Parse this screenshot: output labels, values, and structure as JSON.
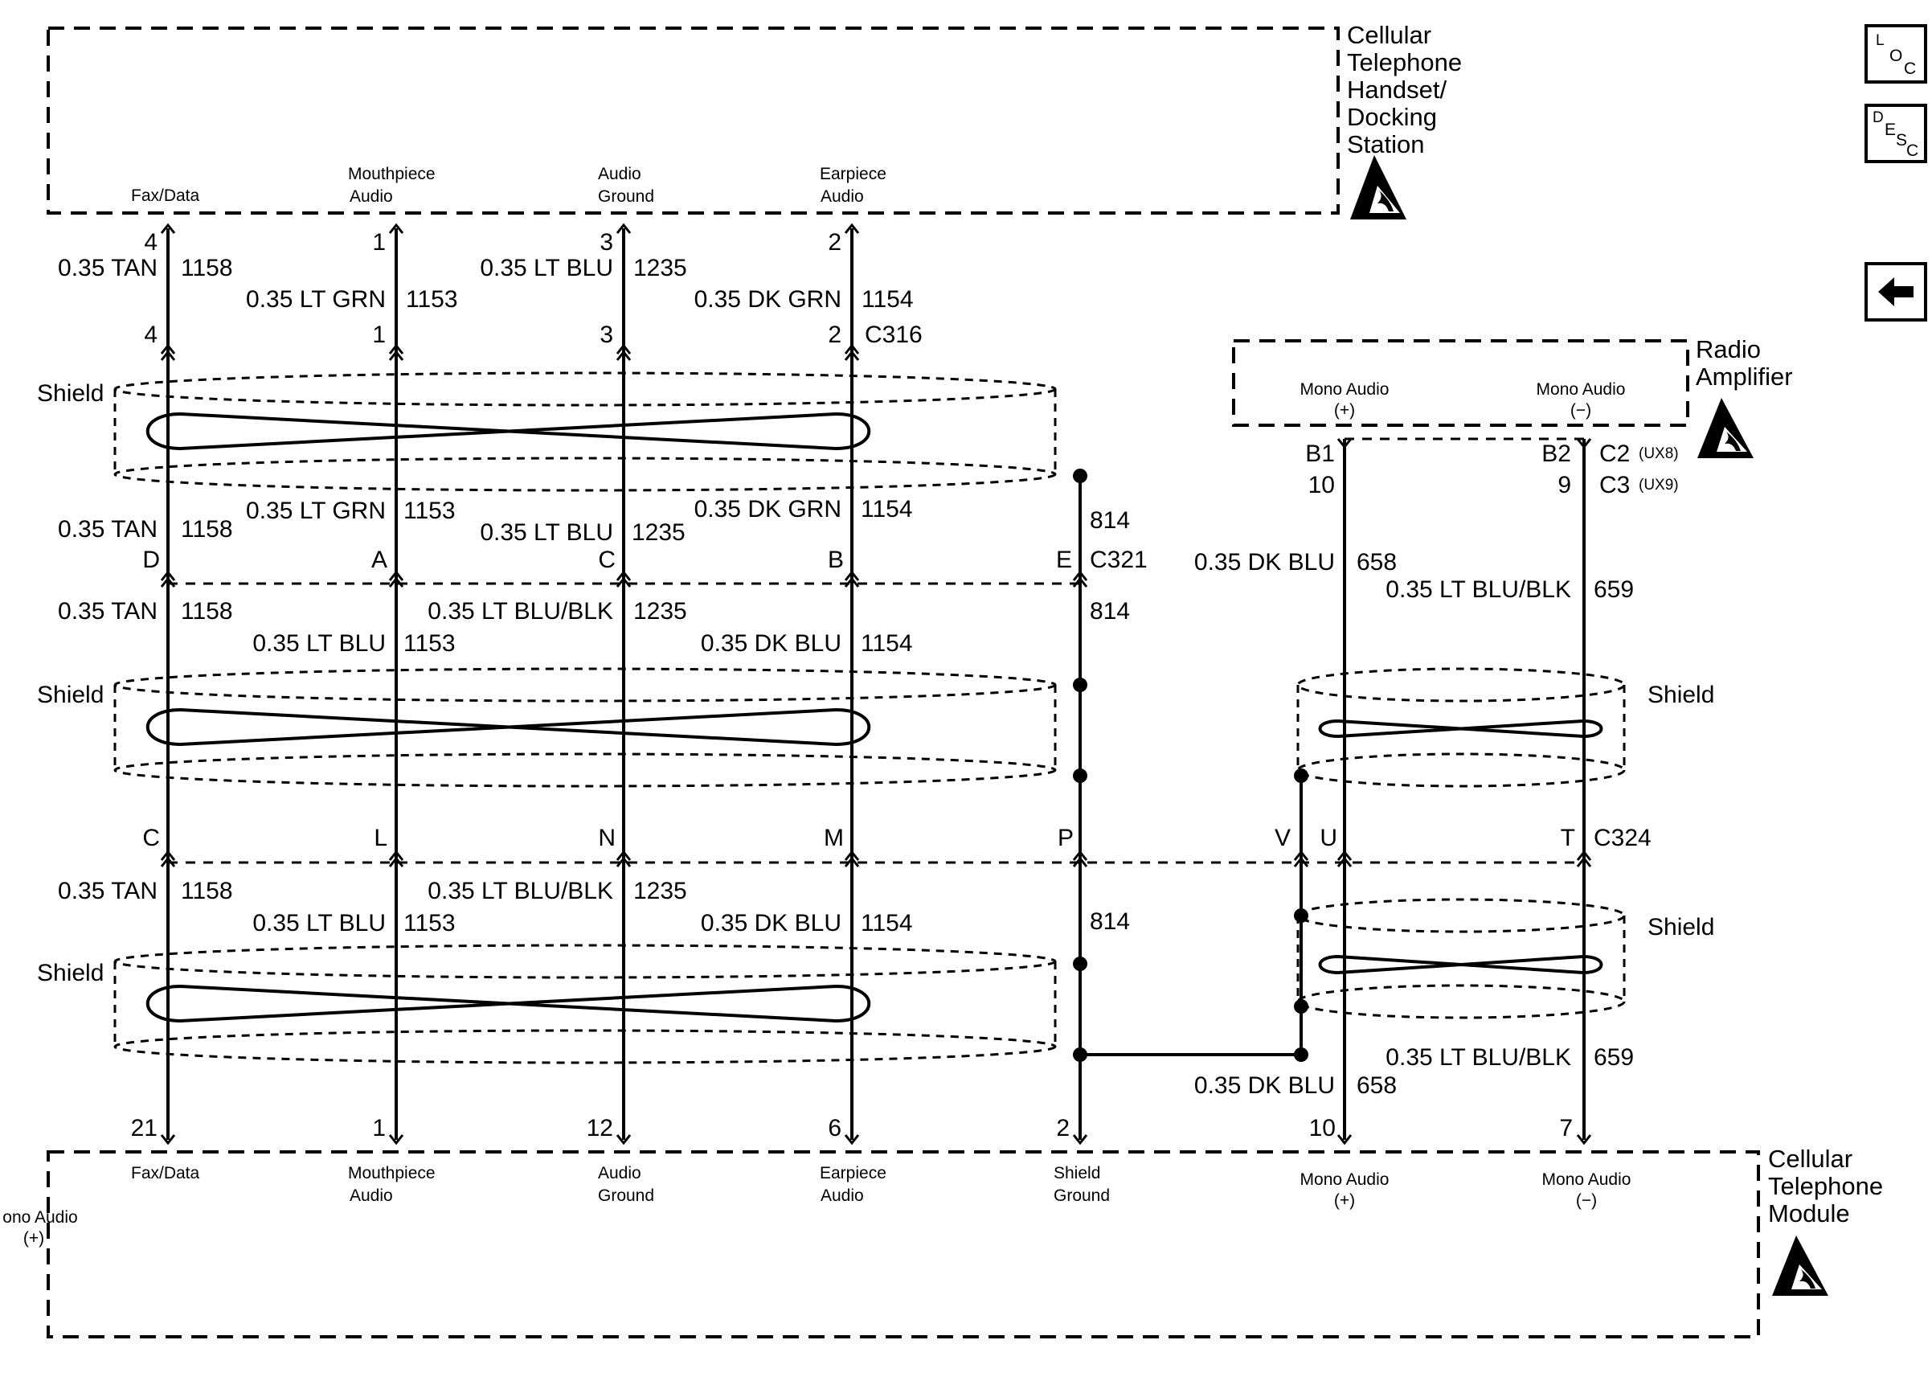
{
  "components": {
    "handset": {
      "name_lines": [
        "Cellular",
        "Telephone",
        "Handset/",
        "Docking",
        "Station"
      ]
    },
    "amplifier": {
      "name_lines": [
        "Radio",
        "Amplifier"
      ]
    },
    "module": {
      "name_lines": [
        "Cellular",
        "Telephone",
        "Module"
      ]
    }
  },
  "handset_pins": [
    {
      "lines": [
        "Fax/Data"
      ]
    },
    {
      "lines": [
        "Mouthpiece",
        "Audio"
      ]
    },
    {
      "lines": [
        "Audio",
        "Ground"
      ]
    },
    {
      "lines": [
        "Earpiece",
        "Audio"
      ]
    }
  ],
  "amp_pins": [
    {
      "lines": [
        "Mono Audio",
        "(+)"
      ]
    },
    {
      "lines": [
        "Mono Audio",
        "(−)"
      ]
    }
  ],
  "module_pins": [
    {
      "lines": [
        "Fax/Data"
      ]
    },
    {
      "lines": [
        "Mouthpiece",
        "Audio"
      ]
    },
    {
      "lines": [
        "Audio",
        "Ground"
      ]
    },
    {
      "lines": [
        "Earpiece",
        "Audio"
      ]
    },
    {
      "lines": [
        "Shield",
        "Ground"
      ]
    },
    {
      "lines": [
        "Mono Audio",
        "(+)"
      ]
    },
    {
      "lines": [
        "Mono Audio",
        "(−)"
      ]
    }
  ],
  "module_left_label": [
    "ono Audio",
    "(+)"
  ],
  "connectors": {
    "c316": "C316",
    "c321": "C321",
    "c324": "C324",
    "c2": "C2",
    "c2_opt": "(UX8)",
    "c3": "C3",
    "c3_opt": "(UX9)"
  },
  "shield_label": "Shield",
  "seg1": {
    "top_pins": [
      "4",
      "1",
      "3",
      "2"
    ],
    "bottom_pins": [
      "4",
      "1",
      "3",
      "2"
    ],
    "wires": [
      {
        "gauge": "0.35 TAN",
        "circuit": "1158"
      },
      {
        "gauge": "0.35 LT GRN",
        "circuit": "1153"
      },
      {
        "gauge": "0.35 LT BLU",
        "circuit": "1235"
      },
      {
        "gauge": "0.35 DK GRN",
        "circuit": "1154"
      }
    ]
  },
  "seg2": {
    "wires": [
      {
        "gauge": "0.35 TAN",
        "circuit": "1158"
      },
      {
        "gauge": "0.35 LT GRN",
        "circuit": "1153"
      },
      {
        "gauge": "0.35 LT BLU",
        "circuit": "1235"
      },
      {
        "gauge": "0.35 DK GRN",
        "circuit": "1154"
      }
    ],
    "drain": "814",
    "pins": [
      "D",
      "A",
      "C",
      "B",
      "E"
    ]
  },
  "seg3": {
    "wires": [
      {
        "gauge": "0.35 TAN",
        "circuit": "1158"
      },
      {
        "gauge": "0.35 LT BLU",
        "circuit": "1153"
      },
      {
        "gauge": "0.35 LT BLU/BLK",
        "circuit": "1235"
      },
      {
        "gauge": "0.35 DK BLU",
        "circuit": "1154"
      }
    ],
    "drain": "814"
  },
  "c324_pins": [
    "C",
    "L",
    "N",
    "M",
    "P",
    "V",
    "U",
    "T"
  ],
  "seg4": {
    "wires": [
      {
        "gauge": "0.35 TAN",
        "circuit": "1158"
      },
      {
        "gauge": "0.35 LT BLU",
        "circuit": "1153"
      },
      {
        "gauge": "0.35 LT BLU/BLK",
        "circuit": "1235"
      },
      {
        "gauge": "0.35 DK BLU",
        "circuit": "1154"
      }
    ],
    "drain": "814"
  },
  "module_pin_numbers": [
    "21",
    "1",
    "12",
    "6",
    "2",
    "10",
    "7"
  ],
  "amp_wires": {
    "top_pins": [
      "B1",
      "B2"
    ],
    "alt_pins": [
      "10",
      "9"
    ],
    "plus": {
      "gauge": "0.35 DK BLU",
      "circuit": "658"
    },
    "minus": {
      "gauge": "0.35 LT BLU/BLK",
      "circuit": "659"
    },
    "plus_low": {
      "gauge": "0.35 DK BLU",
      "circuit": "658"
    },
    "minus_low": {
      "gauge": "0.35 LT BLU/BLK",
      "circuit": "659"
    }
  },
  "side_buttons": {
    "loc": [
      "L",
      "O",
      "C"
    ],
    "desc": [
      "D",
      "E",
      "S",
      "C"
    ],
    "back": "left-arrow"
  }
}
